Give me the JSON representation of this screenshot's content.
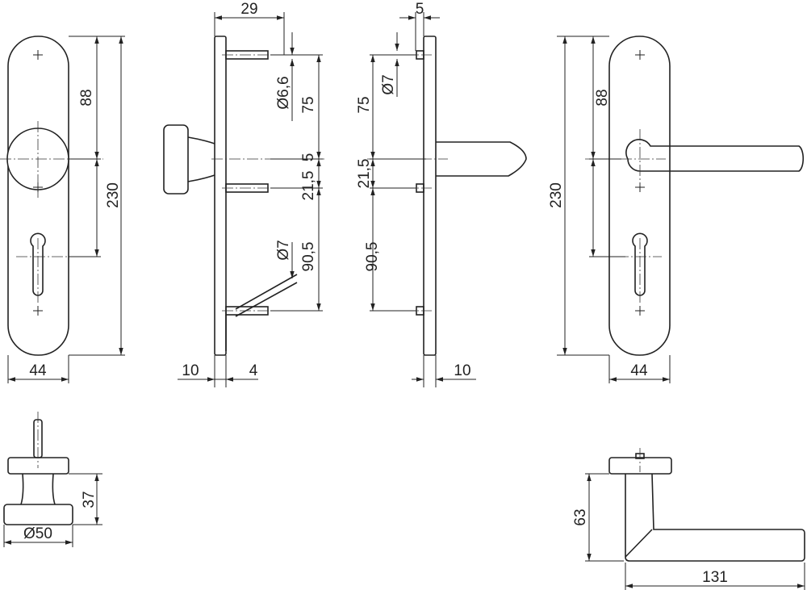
{
  "title": "Door fitting set technical drawing",
  "front_knob_view": {
    "height_88": "88",
    "height_230": "230",
    "width_44": "44"
  },
  "side_knob_view": {
    "depth_29": "29",
    "pin_dia": "Ø6,6",
    "spacing_75": "75",
    "offset_5": "5",
    "spacing_21_5": "21,5",
    "spacing_90_5": "90,5",
    "pin_dia_7": "Ø7",
    "plate_10": "10",
    "gap_4": "4"
  },
  "side_lever_view": {
    "depth_5": "5",
    "pin_dia_7": "Ø7",
    "spacing_75": "75",
    "spacing_21_5": "21,5",
    "spacing_90_5": "90,5",
    "plate_10": "10"
  },
  "front_lever_view": {
    "height_88": "88",
    "height_230": "230",
    "width_44": "44"
  },
  "knob_top_view": {
    "height_37": "37",
    "dia_50": "Ø50"
  },
  "lever_top_view": {
    "height_63": "63",
    "length_131": "131"
  }
}
